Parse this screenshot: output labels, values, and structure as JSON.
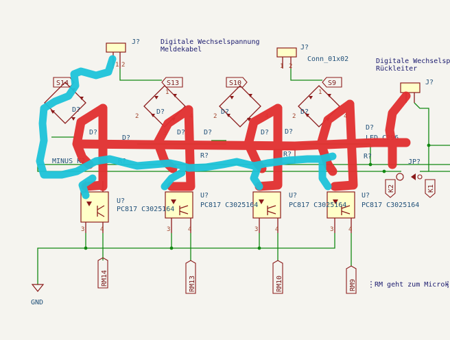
{
  "texts": {
    "j_top_left_ref": "J?",
    "j_top_mid_ref": "J?",
    "j_right_ref": "J?",
    "title_1": "Digitale Wechselspannung",
    "title_1b": "Meldekabel",
    "conn_value": "Conn_01x02",
    "title_2": "Digitale Wechselsp",
    "title_2b": "Rückleiter",
    "note_rm": "RM geht zum Microk",
    "minus": "MINUS K2",
    "jp_ref": "JP?",
    "led_value": "LED  C296",
    "gnd": "GND"
  },
  "global_labels": [
    "S14",
    "S13",
    "S10",
    "S9"
  ],
  "rm_labels": [
    "RM14",
    "RM13",
    "RM10",
    "RM9"
  ],
  "k_labels": [
    "K2",
    "K1"
  ],
  "d_refs": [
    "D?",
    "D?",
    "D?",
    "D?",
    "D?",
    "D?",
    "D?",
    "D?",
    "D?",
    "D?",
    "D?"
  ],
  "r_refs": [
    "R?",
    "R?",
    "R?",
    "R?"
  ],
  "u_refs": [
    "U?",
    "U?",
    "U?",
    "U?"
  ],
  "u_values": [
    "PC817 C3025164",
    "PC817 C3025164",
    "PC817 C3025164",
    "PC817 C3025164"
  ],
  "pins": [
    "1",
    "2",
    "1",
    "2",
    "2",
    "4",
    "3",
    "1",
    "3",
    "4",
    "3",
    "4",
    "3",
    "4",
    "3",
    "4",
    "2",
    "4",
    "2",
    "4",
    "1"
  ],
  "colors": {
    "wire": "#118811",
    "component": "#8b1a1a",
    "label_text": "#1f4f78",
    "overlay_red": "#e23030",
    "overlay_cyan": "#1ec3d9",
    "background": "#f5f4ef"
  }
}
